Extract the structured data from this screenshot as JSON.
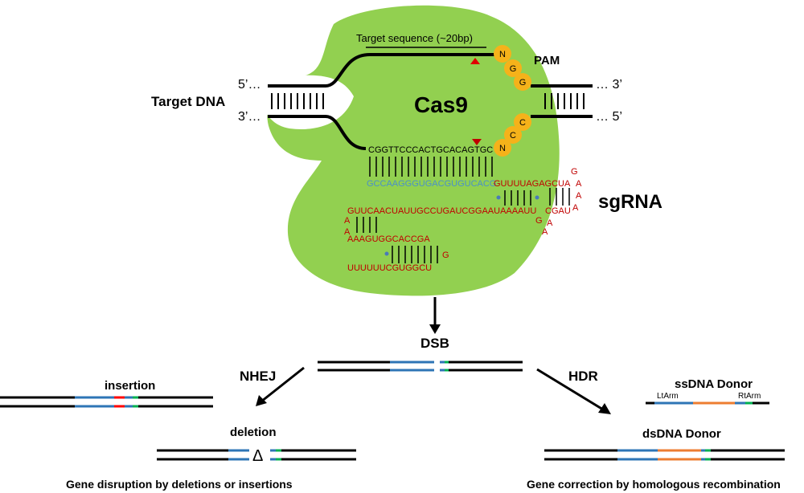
{
  "title_target_sequence": "Target sequence (~20bp)",
  "pam_label": "PAM",
  "cas9_label": "Cas9",
  "target_dna_label": "Target DNA",
  "sgrna_label": "sgRNA",
  "strand_ends": {
    "top_left": "5’…",
    "top_right": "… 3’",
    "bottom_left": "3’…",
    "bottom_right": "… 5’"
  },
  "pam_top": [
    "N",
    "G",
    "G"
  ],
  "pam_bottom": [
    "C",
    "C",
    "N"
  ],
  "sequences": {
    "dna_bottom": "CGGTTCCCACTGCACAGTGC",
    "rna_guide_blue": "GCCAAGGGUGACGUGUCACG",
    "rna_guide_red": "GUUUUAGAGCUA",
    "rna_loop1": [
      "G",
      "A",
      "A",
      "A"
    ],
    "rna_cgau": "CGAU",
    "rna_loop2": [
      "G",
      "A",
      "A"
    ],
    "rna_long": "GUUCAACUAUUGCCUGAUCGGAAUAAAAUU",
    "rna_loop3": [
      "A",
      "A"
    ],
    "rna_mid": "AAAGUGGCACCGA",
    "rna_g": "G",
    "rna_bottom": "UUUUUUCGUGGCU"
  },
  "outcomes": {
    "dsb": "DSB",
    "nhej": "NHEJ",
    "hdr": "HDR",
    "insertion": "insertion",
    "deletion": "deletion",
    "delta": "Δ",
    "ssdna_donor": "ssDNA  Donor",
    "lt_arm": "LtArm",
    "rt_arm": "RtArm",
    "dsdna_donor": "dsDNA  Donor",
    "caption_left": "Gene disruption by deletions or insertions",
    "caption_right": "Gene correction by homologous recombination"
  },
  "colors": {
    "cas9": "#92d050",
    "pam_bead": "#f5b21a",
    "arm_blue": "#2e75b6",
    "insert_red": "#ff0000",
    "green_mark": "#00b050",
    "orange": "#ed7d31",
    "rna_red": "#c00000",
    "rna_blue": "#4a90c8"
  }
}
